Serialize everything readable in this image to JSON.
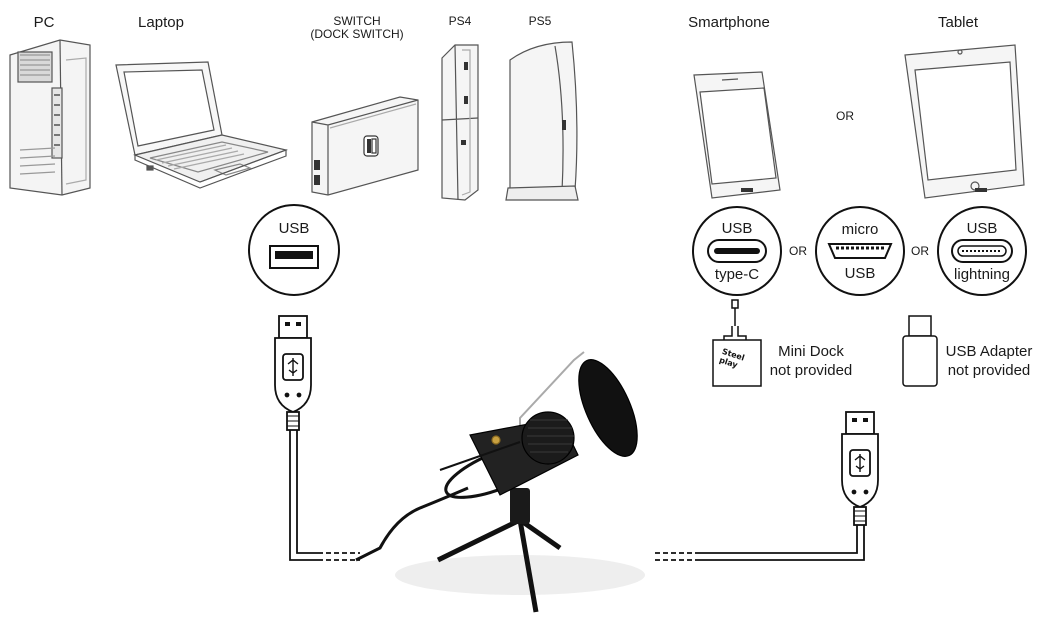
{
  "devices": {
    "pc": "PC",
    "laptop": "Laptop",
    "switch_line1": "SWITCH",
    "switch_line2": "(DOCK SWITCH)",
    "ps4": "PS4",
    "ps5": "PS5",
    "smartphone": "Smartphone",
    "tablet": "Tablet",
    "or_phone_tablet": "OR"
  },
  "ports": {
    "usb_a": "USB",
    "typec_top": "USB",
    "typec_bottom": "type-C",
    "micro_top": "micro",
    "micro_bottom": "USB",
    "lightning_top": "USB",
    "lightning_bottom": "lightning",
    "or_1": "OR",
    "or_2": "OR"
  },
  "accessories": {
    "dock_line1": "Mini Dock",
    "dock_line2": "not provided",
    "adapter_line1": "USB Adapter",
    "adapter_line2": "not provided",
    "dock_logo": "Steel play"
  },
  "icons": [
    "pc-tower-icon",
    "laptop-icon",
    "switch-dock-icon",
    "ps4-console-icon",
    "ps5-console-icon",
    "smartphone-icon",
    "tablet-icon",
    "usb-a-port-icon",
    "usb-c-port-icon",
    "micro-usb-port-icon",
    "lightning-port-icon",
    "usb-plug-icon",
    "mini-dock-icon",
    "usb-adapter-icon",
    "microphone-icon"
  ]
}
